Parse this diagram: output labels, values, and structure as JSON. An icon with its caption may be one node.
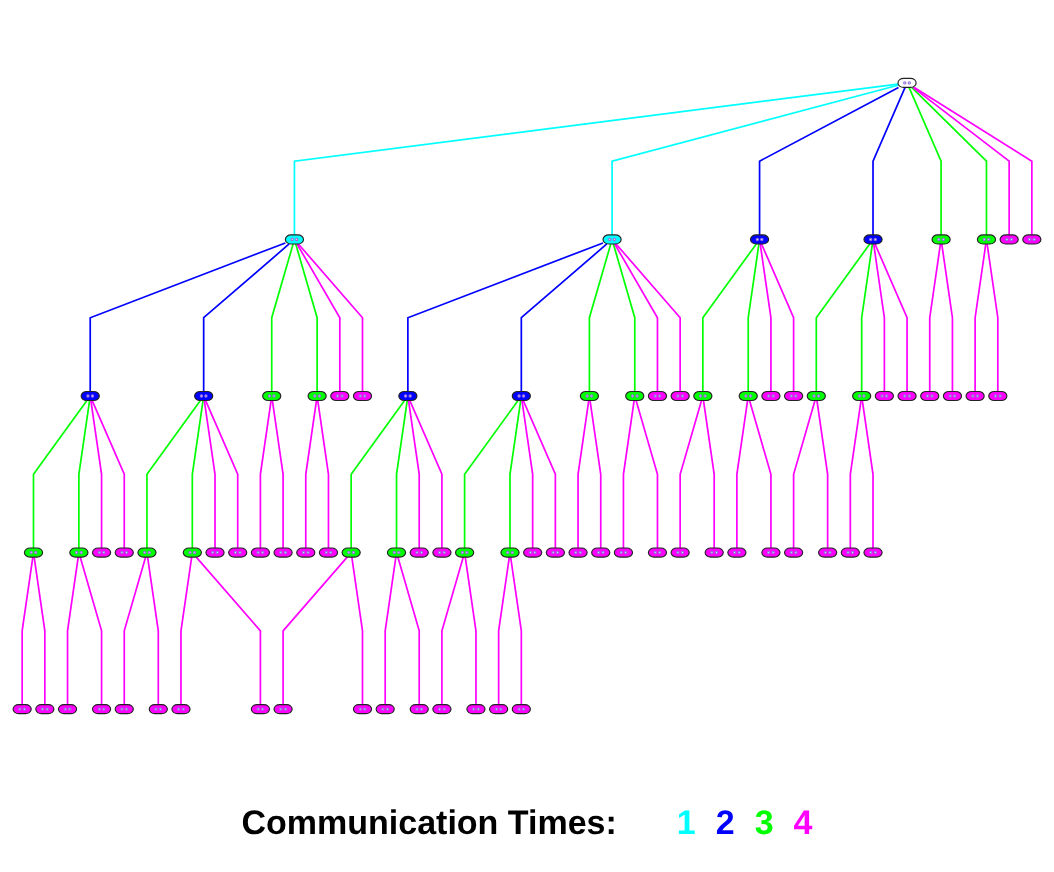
{
  "diagram": {
    "nodes": [
      {
        "text": [],
        "shape": "box"
      },
      {
        "text": [],
        "shape": "box"
      },
      {
        "text": [],
        "shape": "box"
      },
      {
        "text": [],
        "shape": "box"
      },
      {
        "text": [],
        "shape": "box"
      },
      {
        "text": [],
        "shape": "box"
      },
      {
        "text": [],
        "shape": "box"
      },
      {
        "text": [],
        "shape": "box"
      },
      {
        "text": [],
        "shape": "box"
      },
      {
        "text": [],
        "shape": "box"
      },
      {
        "text": [],
        "shape": "box"
      },
      {
        "text": [],
        "shape": "box"
      },
      {
        "text": [],
        "shape": "box"
      },
      {
        "text": [],
        "shape": "box"
      },
      {
        "text": [],
        "shape": "box"
      },
      {
        "text": [],
        "shape": "box"
      },
      {
        "text": [],
        "shape": "box"
      },
      {
        "text": [],
        "shape": "box"
      },
      {
        "text": [],
        "shape": "box"
      },
      {
        "text": [],
        "shape": "box"
      },
      {
        "text": [],
        "shape": "box"
      },
      {
        "text": [],
        "shape": "box"
      },
      {
        "text": [],
        "shape": "box"
      },
      {
        "text": [],
        "shape": "box"
      },
      {
        "text": [],
        "shape": "box"
      },
      {
        "text": [],
        "shape": "box"
      },
      {
        "text": [],
        "shape": "box"
      },
      {
        "text": [],
        "shape": "box"
      },
      {
        "text": [],
        "shape": "box"
      },
      {
        "text": [],
        "shape": "box"
      },
      {
        "text": [],
        "shape": "box"
      },
      {
        "text": [],
        "shape": "box"
      },
      {
        "text": [],
        "shape": "box"
      },
      {
        "text": [],
        "shape": "box"
      },
      {
        "text": [],
        "shape": "box"
      },
      {
        "text": [],
        "shape": "box"
      },
      {
        "text": [],
        "shape": "box"
      },
      {
        "text": [],
        "shape": "box"
      },
      {
        "text": [],
        "shape": "box"
      },
      {
        "text": [],
        "shape": "box"
      },
      {
        "text": [],
        "shape": "box"
      },
      {
        "text": [],
        "shape": "box"
      },
      {
        "text": [],
        "shape": "box"
      },
      {
        "text": [],
        "shape": "box"
      },
      {
        "text": [],
        "shape": "box"
      },
      {
        "text": [],
        "shape": "box"
      },
      {
        "text": [],
        "shape": "box"
      },
      {
        "text": [],
        "shape": "box"
      },
      {
        "text": [],
        "shape": "box"
      },
      {
        "text": [],
        "shape": "box"
      },
      {
        "text": [],
        "shape": "box"
      },
      {
        "text": [],
        "shape": "box"
      },
      {
        "text": [],
        "shape": "box"
      },
      {
        "text": [],
        "shape": "box"
      },
      {
        "text": [],
        "shape": "box"
      },
      {
        "text": [],
        "shape": "box"
      },
      {
        "text": [],
        "shape": "box"
      },
      {
        "text": [],
        "shape": "box"
      },
      {
        "text": [],
        "shape": "box"
      },
      {
        "text": [],
        "shape": "box"
      },
      {
        "text": [],
        "shape": "box"
      },
      {
        "text": [],
        "shape": "box"
      },
      {
        "text": [],
        "shape": "box"
      },
      {
        "text": [],
        "shape": "box"
      },
      {
        "text": [],
        "shape": "box"
      },
      {
        "text": [],
        "shape": "box"
      },
      {
        "text": [],
        "shape": "box"
      },
      {
        "text": [],
        "shape": "box"
      },
      {
        "text": [],
        "shape": "box"
      },
      {
        "text": [],
        "shape": "box"
      },
      {
        "text": [],
        "shape": "box"
      },
      {
        "text": [],
        "shape": "box"
      },
      {
        "text": [],
        "shape": "box"
      },
      {
        "text": [],
        "shape": "box"
      },
      {
        "text": [],
        "shape": "box"
      },
      {
        "text": [],
        "shape": "box"
      },
      {
        "text": [],
        "shape": "box"
      },
      {
        "text": [],
        "shape": "box"
      },
      {
        "text": [],
        "shape": "box"
      },
      {
        "text": [],
        "shape": "box"
      },
      {
        "text": [],
        "shape": "box"
      }
    ],
    "edges": [
      {
        "from": 0,
        "to": 1,
        "arrow": "none",
        "color": "#00ffff"
      },
      {
        "from": 0,
        "to": 2,
        "arrow": "none",
        "color": "#00ffff"
      },
      {
        "from": 0,
        "to": 3,
        "arrow": "none",
        "color": "#0000ff"
      },
      {
        "from": 0,
        "to": 4,
        "arrow": "none",
        "color": "#0000ff"
      },
      {
        "from": 1,
        "to": 5,
        "arrow": "none",
        "color": "#0000ff"
      },
      {
        "from": 1,
        "to": 6,
        "arrow": "none",
        "color": "#0000ff"
      },
      {
        "from": 2,
        "to": 7,
        "arrow": "none",
        "color": "#0000ff"
      },
      {
        "from": 2,
        "to": 8,
        "arrow": "none",
        "color": "#0000ff"
      },
      {
        "from": 0,
        "to": 9,
        "arrow": "none",
        "color": "#00ff00"
      },
      {
        "from": 0,
        "to": 10,
        "arrow": "none",
        "color": "#00ff00"
      },
      {
        "from": 1,
        "to": 11,
        "arrow": "none",
        "color": "#00ff00"
      },
      {
        "from": 1,
        "to": 12,
        "arrow": "none",
        "color": "#00ff00"
      },
      {
        "from": 2,
        "to": 13,
        "arrow": "none",
        "color": "#00ff00"
      },
      {
        "from": 2,
        "to": 14,
        "arrow": "none",
        "color": "#00ff00"
      },
      {
        "from": 3,
        "to": 15,
        "arrow": "none",
        "color": "#00ff00"
      },
      {
        "from": 3,
        "to": 16,
        "arrow": "none",
        "color": "#00ff00"
      },
      {
        "from": 4,
        "to": 17,
        "arrow": "none",
        "color": "#00ff00"
      },
      {
        "from": 4,
        "to": 18,
        "arrow": "none",
        "color": "#00ff00"
      },
      {
        "from": 5,
        "to": 19,
        "arrow": "none",
        "color": "#00ff00"
      },
      {
        "from": 5,
        "to": 20,
        "arrow": "none",
        "color": "#00ff00"
      },
      {
        "from": 6,
        "to": 21,
        "arrow": "none",
        "color": "#00ff00"
      },
      {
        "from": 6,
        "to": 22,
        "arrow": "none",
        "color": "#00ff00"
      },
      {
        "from": 7,
        "to": 23,
        "arrow": "none",
        "color": "#00ff00"
      },
      {
        "from": 7,
        "to": 24,
        "arrow": "none",
        "color": "#00ff00"
      },
      {
        "from": 8,
        "to": 25,
        "arrow": "none",
        "color": "#00ff00"
      },
      {
        "from": 8,
        "to": 26,
        "arrow": "none",
        "color": "#00ff00"
      },
      {
        "from": 0,
        "to": 27,
        "arrow": "none"
      },
      {
        "from": 0,
        "to": 28,
        "arrow": "none"
      },
      {
        "from": 1,
        "to": 29,
        "arrow": "none"
      },
      {
        "from": 1,
        "to": 30,
        "arrow": "none"
      },
      {
        "from": 2,
        "to": 31,
        "arrow": "none"
      },
      {
        "from": 2,
        "to": 32,
        "arrow": "none"
      },
      {
        "from": 3,
        "to": 33,
        "arrow": "none"
      },
      {
        "from": 3,
        "to": 34,
        "arrow": "none"
      },
      {
        "from": 4,
        "to": 35,
        "arrow": "none"
      },
      {
        "from": 4,
        "to": 36,
        "arrow": "none"
      },
      {
        "from": 5,
        "to": 37,
        "arrow": "none"
      },
      {
        "from": 5,
        "to": 38,
        "arrow": "none"
      },
      {
        "from": 6,
        "to": 39,
        "arrow": "none"
      },
      {
        "from": 6,
        "to": 40,
        "arrow": "none"
      },
      {
        "from": 7,
        "to": 41,
        "arrow": "none"
      },
      {
        "from": 7,
        "to": 42,
        "arrow": "none"
      },
      {
        "from": 8,
        "to": 43,
        "arrow": "none"
      },
      {
        "from": 8,
        "to": 44,
        "arrow": "none"
      },
      {
        "from": 9,
        "to": 45,
        "arrow": "none"
      },
      {
        "from": 9,
        "to": 46,
        "arrow": "none"
      },
      {
        "from": 10,
        "to": 47,
        "arrow": "none"
      },
      {
        "from": 10,
        "to": 48,
        "arrow": "none"
      },
      {
        "from": 11,
        "to": 49,
        "arrow": "none"
      },
      {
        "from": 11,
        "to": 50,
        "arrow": "none"
      },
      {
        "from": 12,
        "to": 51,
        "arrow": "none"
      },
      {
        "from": 12,
        "to": 52,
        "arrow": "none"
      },
      {
        "from": 13,
        "to": 53,
        "arrow": "none"
      },
      {
        "from": 13,
        "to": 54,
        "arrow": "none"
      },
      {
        "from": 14,
        "to": 55,
        "arrow": "none"
      },
      {
        "from": 14,
        "to": 56,
        "arrow": "none"
      },
      {
        "from": 15,
        "to": 57,
        "arrow": "none"
      },
      {
        "from": 15,
        "to": 58,
        "arrow": "none"
      },
      {
        "from": 16,
        "to": 59,
        "arrow": "none"
      },
      {
        "from": 16,
        "to": 60,
        "arrow": "none"
      },
      {
        "from": 17,
        "to": 61,
        "arrow": "none"
      },
      {
        "from": 17,
        "to": 62,
        "arrow": "none"
      },
      {
        "from": 18,
        "to": 63,
        "arrow": "none"
      },
      {
        "from": 18,
        "to": 64,
        "arrow": "none"
      },
      {
        "from": 19,
        "to": 65,
        "arrow": "none"
      },
      {
        "from": 19,
        "to": 66,
        "arrow": "none"
      },
      {
        "from": 20,
        "to": 67,
        "arrow": "none"
      },
      {
        "from": 20,
        "to": 68,
        "arrow": "none"
      },
      {
        "from": 21,
        "to": 69,
        "arrow": "none"
      },
      {
        "from": 21,
        "to": 70,
        "arrow": "none"
      },
      {
        "from": 22,
        "to": 71,
        "arrow": "none"
      },
      {
        "from": 22,
        "to": 72,
        "arrow": "none"
      },
      {
        "from": 23,
        "to": 73,
        "arrow": "none"
      },
      {
        "from": 23,
        "to": 74,
        "arrow": "none"
      },
      {
        "from": 24,
        "to": 75,
        "arrow": "none"
      },
      {
        "from": 24,
        "to": 76,
        "arrow": "none"
      },
      {
        "from": 25,
        "to": 77,
        "arrow": "none"
      },
      {
        "from": 25,
        "to": 78,
        "arrow": "none"
      },
      {
        "from": 26,
        "to": 79,
        "arrow": "none"
      },
      {
        "from": 26,
        "to": 80,
        "arrow": "none"
      }
    ],
    "labels": [
      "Communication Times:"
    ],
    "legend": [
      {
        "text": "1",
        "color": "#00ffff"
      },
      {
        "text": "2",
        "color": "#0000ff"
      },
      {
        "text": "3",
        "color": "#00ff00"
      },
      {
        "text": "4",
        "color": "#ff00ff"
      }
    ]
  }
}
